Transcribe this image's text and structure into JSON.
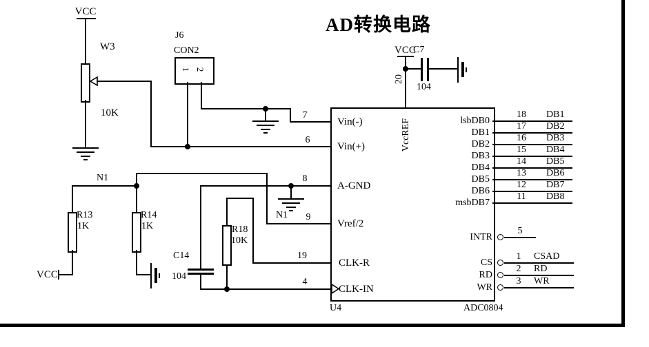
{
  "colors": {
    "ink": "#000000",
    "paper": "#ffffff"
  },
  "title": "AD转换电路",
  "power": {
    "vcc_pot": "VCC",
    "vcc_r13": "VCC",
    "vcc_chip": "VCC"
  },
  "nets": {
    "n1_left": "N1",
    "n1_right": "N1"
  },
  "components": {
    "w3": {
      "ref": "W3",
      "value": "10K"
    },
    "j6": {
      "ref": "J6",
      "type": "CON2",
      "pin1": "1",
      "pin2": "2"
    },
    "r13": {
      "ref": "R13",
      "value": "1K"
    },
    "r14": {
      "ref": "R14",
      "value": "1K"
    },
    "r18": {
      "ref": "R18",
      "value": "10K"
    },
    "c14": {
      "ref": "C14",
      "value": "104"
    },
    "c7": {
      "ref": "C7",
      "value": "104"
    }
  },
  "chip": {
    "ref": "U4",
    "part": "ADC0804",
    "top_pin": {
      "num": "20",
      "label": "VccREF"
    },
    "left_pins": [
      {
        "num": "7",
        "label": "Vin(-)"
      },
      {
        "num": "6",
        "label": "Vin(+)"
      },
      {
        "num": "8",
        "label": "A-GND"
      },
      {
        "num": "9",
        "label": "Vref/2"
      },
      {
        "num": "19",
        "label": "CLK-R"
      },
      {
        "num": "4",
        "label": "CLK-IN"
      }
    ],
    "db_pins": [
      {
        "num": "18",
        "inner": "lsbDB0",
        "net": "DB1"
      },
      {
        "num": "17",
        "inner": "DB1",
        "net": "DB2"
      },
      {
        "num": "16",
        "inner": "DB2",
        "net": "DB3"
      },
      {
        "num": "15",
        "inner": "DB3",
        "net": "DB4"
      },
      {
        "num": "14",
        "inner": "DB4",
        "net": "DB5"
      },
      {
        "num": "13",
        "inner": "DB5",
        "net": "DB6"
      },
      {
        "num": "12",
        "inner": "DB6",
        "net": "DB7"
      },
      {
        "num": "11",
        "inner": "msbDB7",
        "net": "DB8"
      }
    ],
    "ctrl_pins": [
      {
        "num": "5",
        "inner": "INTR",
        "net": ""
      },
      {
        "num": "1",
        "inner": "CS",
        "net": "CSAD"
      },
      {
        "num": "2",
        "inner": "RD",
        "net": "RD"
      },
      {
        "num": "3",
        "inner": "WR",
        "net": "WR"
      }
    ]
  }
}
